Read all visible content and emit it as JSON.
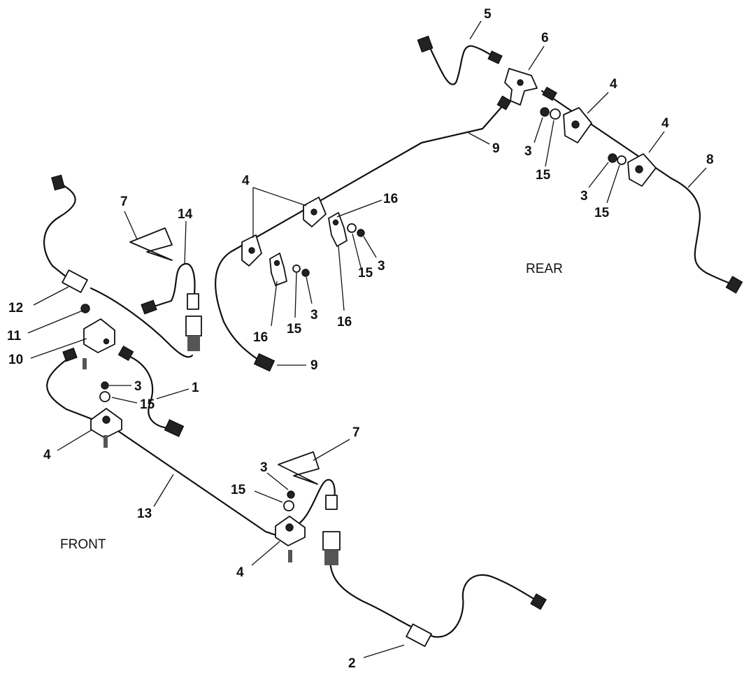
{
  "section_labels": {
    "front": "FRONT",
    "rear": "REAR"
  },
  "callouts": {
    "c5": "5",
    "c6": "6",
    "c4_rear_a": "4",
    "c4_rear_b": "4",
    "c3_rear_a": "3",
    "c15_rear_a": "15",
    "c3_rear_b": "3",
    "c15_rear_b": "15",
    "c8": "8",
    "c9_upper": "9",
    "c4_mid": "4",
    "c16_mid_a": "16",
    "c15_mid_a": "15",
    "c3_mid_a": "3",
    "c16_mid_b": "16",
    "c3_mid_b": "3",
    "c15_mid_b": "15",
    "c16_mid_c": "16",
    "c9_lower": "9",
    "c7_left": "7",
    "c14": "14",
    "c12": "12",
    "c11": "11",
    "c10": "10",
    "c3_left": "3",
    "c15_left": "15",
    "c1": "1",
    "c4_left": "4",
    "c13": "13",
    "c7_bottom": "7",
    "c3_bottom": "3",
    "c15_bottom": "15",
    "c4_bottom": "4",
    "c2": "2"
  }
}
